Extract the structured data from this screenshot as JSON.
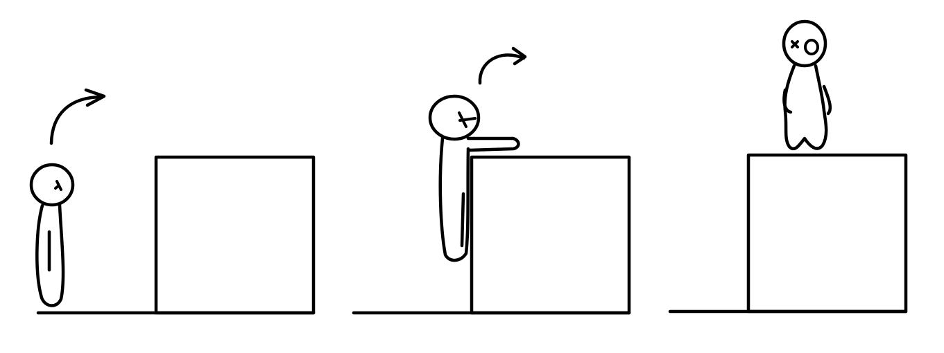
{
  "scene": {
    "panels": [
      {
        "figure": "stick-figure-looking-at-box",
        "arrow": "curved-arrow-up-right"
      },
      {
        "figure": "stick-figure-climbing-box",
        "arrow": "curved-arrow-up-right"
      },
      {
        "figure": "stick-figure-standing-on-box",
        "arrow": ""
      }
    ],
    "colors": {
      "ink": "#000000",
      "background": "#ffffff"
    }
  }
}
